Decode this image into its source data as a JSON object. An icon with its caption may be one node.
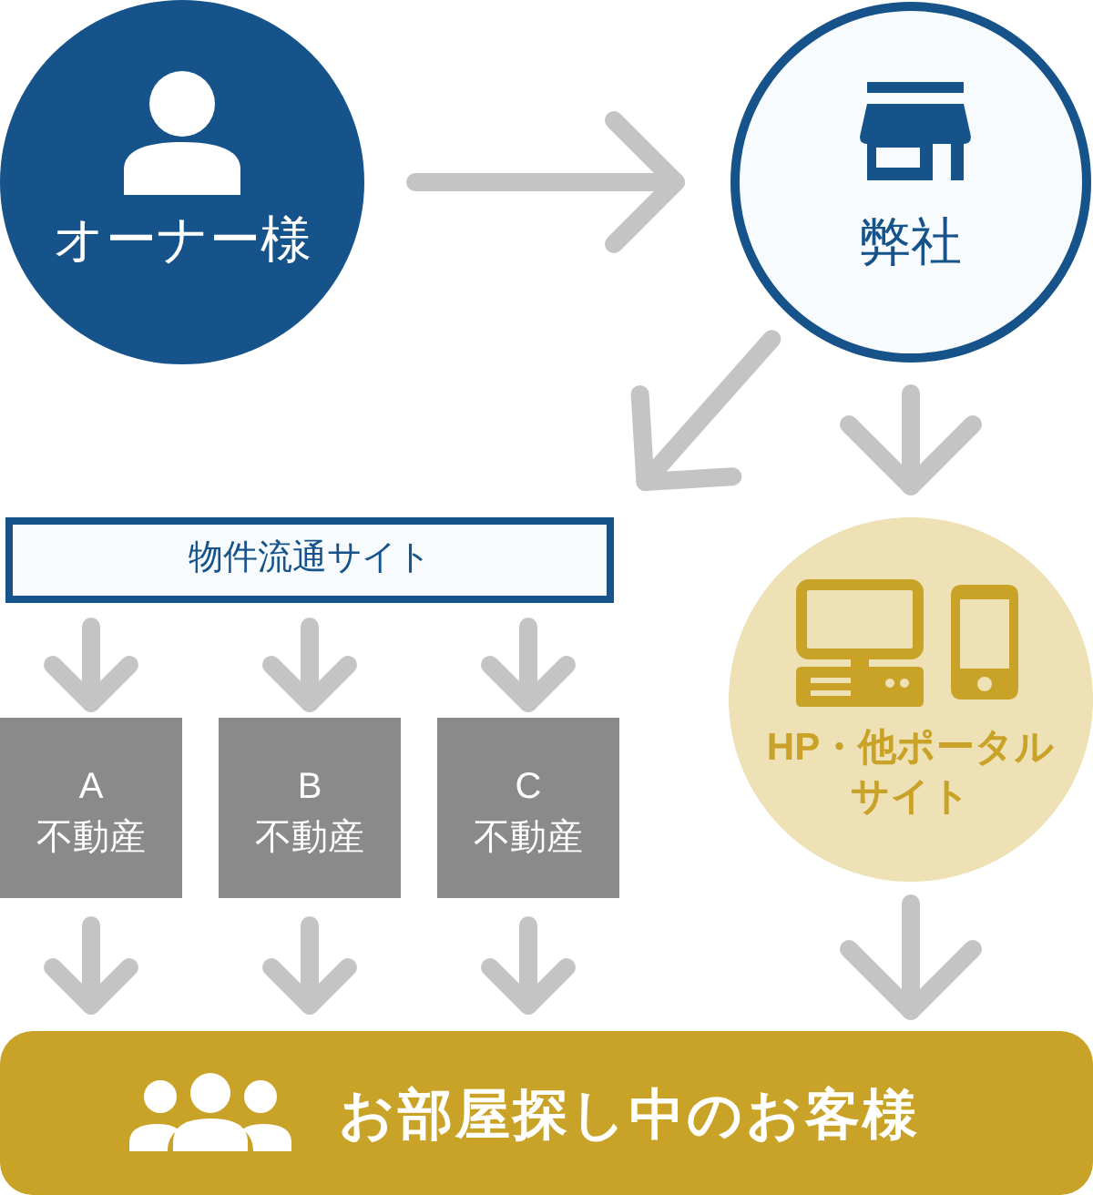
{
  "diagram": {
    "nodes": [
      {
        "text": [
          "オーナー様"
        ]
      },
      {
        "text": [
          "弊社"
        ]
      },
      {
        "text": [
          "物件流通サイト"
        ]
      },
      {
        "text": [
          "HP・他ポータルサイト"
        ]
      },
      {
        "text": [
          "A 不動産"
        ]
      },
      {
        "text": [
          "B 不動産"
        ]
      },
      {
        "text": [
          "C 不動産"
        ]
      },
      {
        "text": [
          "お部屋探し中のお客様"
        ]
      }
    ],
    "edges": [
      {
        "from": 0,
        "to": 1,
        "arrow": "to"
      },
      {
        "from": 1,
        "to": 2,
        "arrow": "to"
      },
      {
        "from": 1,
        "to": 3,
        "arrow": "to"
      },
      {
        "from": 2,
        "to": 4,
        "arrow": "to"
      },
      {
        "from": 2,
        "to": 5,
        "arrow": "to"
      },
      {
        "from": 2,
        "to": 6,
        "arrow": "to"
      },
      {
        "from": 4,
        "to": 7,
        "arrow": "to"
      },
      {
        "from": 5,
        "to": 7,
        "arrow": "to"
      },
      {
        "from": 6,
        "to": 7,
        "arrow": "to"
      },
      {
        "from": 3,
        "to": 7,
        "arrow": "to"
      }
    ]
  }
}
